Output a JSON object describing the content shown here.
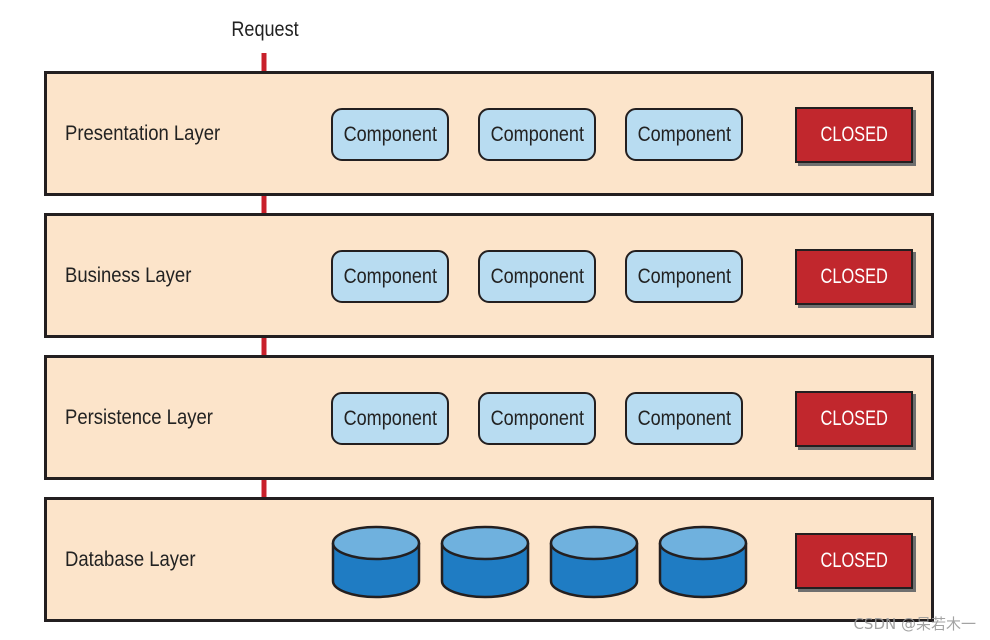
{
  "diagram": {
    "request_label": "Request",
    "component_label": "Component",
    "closed_label": "CLOSED",
    "layers": [
      {
        "label": "Presentation Layer"
      },
      {
        "label": "Business Layer"
      },
      {
        "label": "Persistence Layer"
      },
      {
        "label": "Database Layer"
      }
    ]
  },
  "watermark": "CSDN @呆若木一",
  "colors": {
    "layer_fill": "#fce4ca",
    "layer_border": "#231f20",
    "component_fill": "#b8dcf1",
    "closed_fill": "#c1272d",
    "arrow": "#c8202b",
    "database_top": "#6fb1de",
    "database_body": "#1f7cc3"
  }
}
